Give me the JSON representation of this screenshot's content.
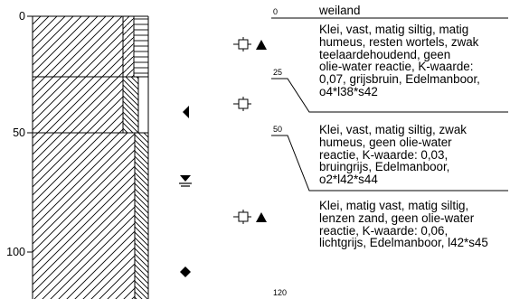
{
  "axis": {
    "ticks": [
      "0",
      "50",
      "100"
    ]
  },
  "depth_labels": [
    "0",
    "25",
    "50",
    "120"
  ],
  "layers": [
    {
      "lines": [
        "weiland"
      ]
    },
    {
      "lines": [
        "Klei, vast, matig siltig, matig",
        "humeus, resten wortels, zwak",
        "teelaardehoudend, geen",
        "olie-water reactie, K-waarde:",
        "0,07, grijsbruin, Edelmanboor,",
        "o4*l38*s42"
      ]
    },
    {
      "lines": [
        "Klei, vast, matig siltig, zwak",
        "humeus, geen olie-water",
        "reactie, K-waarde: 0,03,",
        "bruingrijs, Edelmanboor,",
        "o2*l42*s44"
      ]
    },
    {
      "lines": [
        "Klei, matig vast, matig siltig,",
        "lenzen zand, geen olie-water",
        "reactie, K-waarde: 0,06,",
        "lichtgrijs, Edelmanboor, l42*s45"
      ]
    }
  ],
  "symbols": [
    "sample-with-triangle",
    "sample",
    "sample-with-triangle",
    "triangle-left",
    "groundwater",
    "diamond"
  ]
}
